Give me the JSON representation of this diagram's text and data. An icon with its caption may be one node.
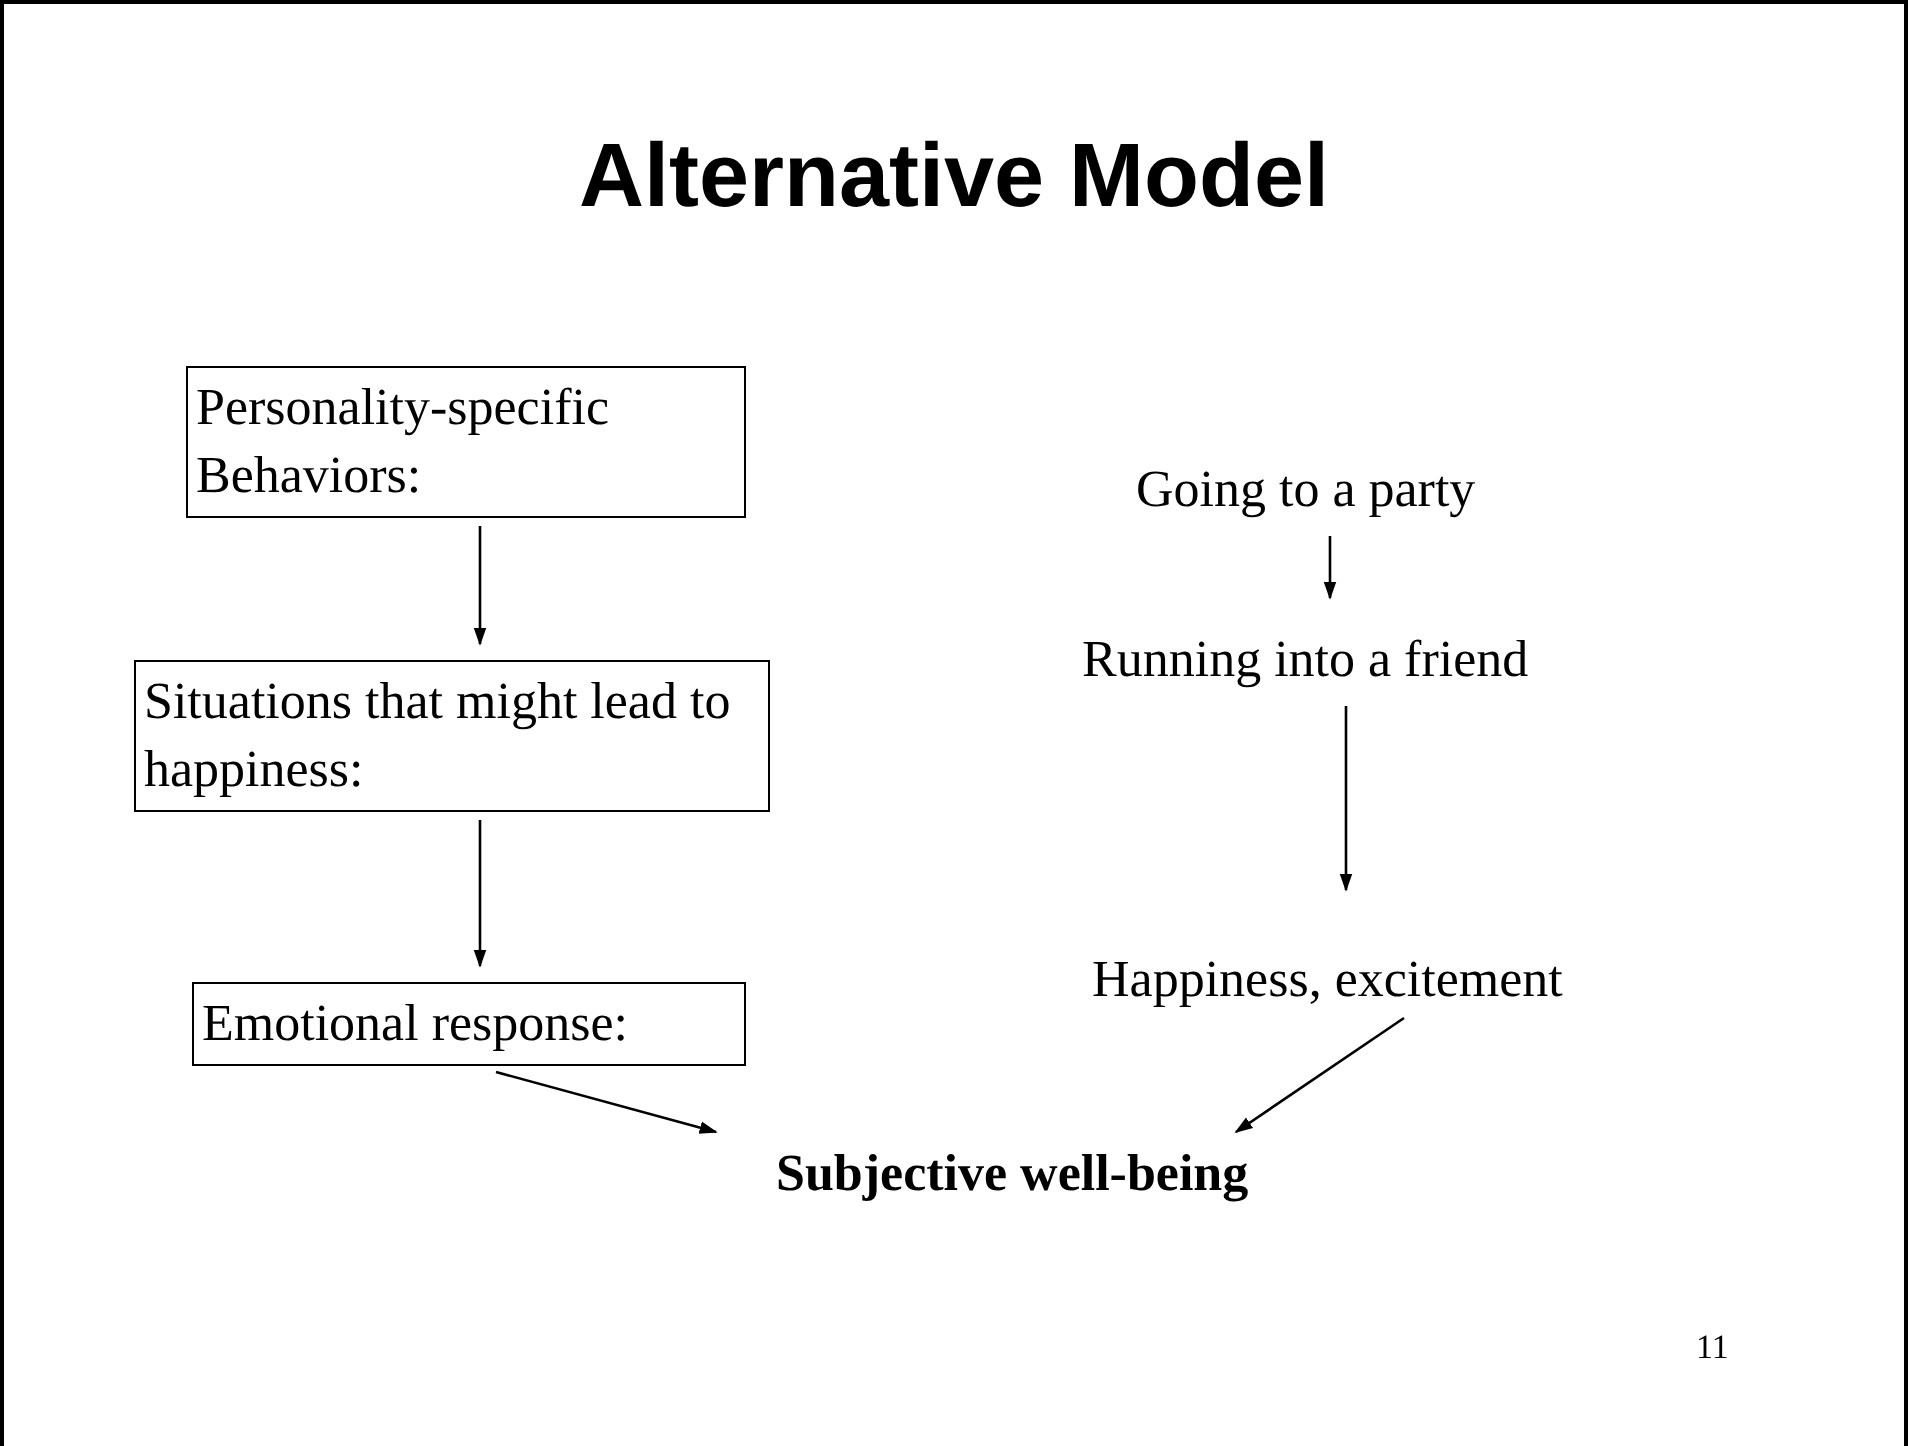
{
  "diagram": {
    "title": "Alternative Model",
    "nodes": [
      {
        "text": [
          "Personality-specific Behaviors:"
        ]
      },
      {
        "text": [
          "Situations that might lead to happiness:"
        ]
      },
      {
        "text": [
          "Emotional response:"
        ]
      },
      {
        "text": [
          "Going to a party"
        ]
      },
      {
        "text": [
          "Running into a friend"
        ]
      },
      {
        "text": [
          "Happiness, excitement"
        ]
      },
      {
        "text": [
          "Subjective well-being"
        ]
      }
    ],
    "edges": [
      {
        "from": 0,
        "to": 1,
        "arrow": "to"
      },
      {
        "from": 1,
        "to": 2,
        "arrow": "to"
      },
      {
        "from": 3,
        "to": 4,
        "arrow": "to"
      },
      {
        "from": 4,
        "to": 5,
        "arrow": "to"
      },
      {
        "from": 2,
        "to": 6,
        "arrow": "to"
      },
      {
        "from": 5,
        "to": 6,
        "arrow": "to"
      }
    ],
    "labels": [
      "11"
    ]
  }
}
